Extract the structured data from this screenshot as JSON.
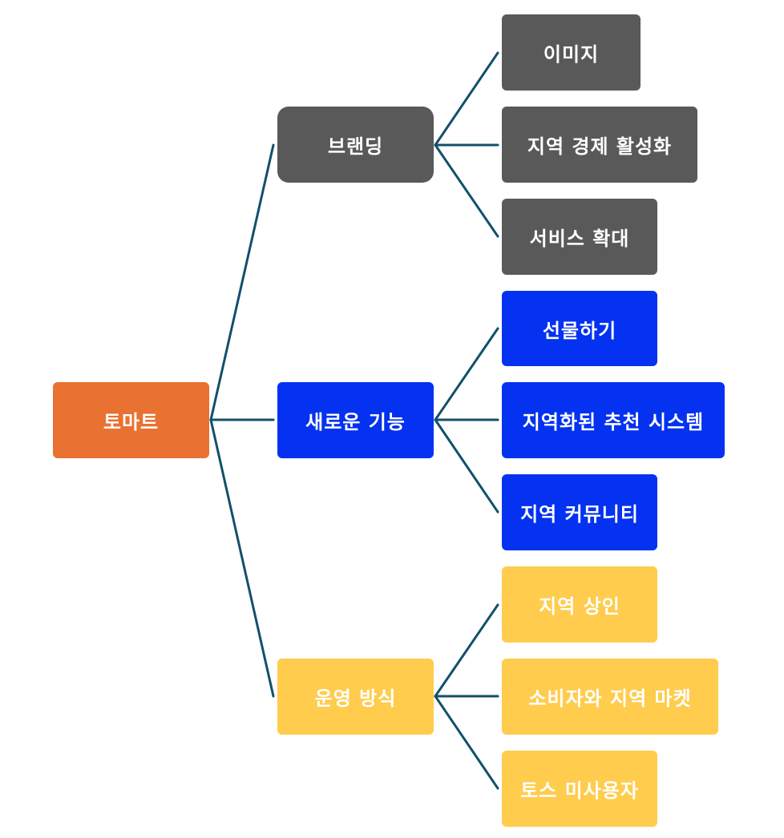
{
  "colors": {
    "root": "#E97132",
    "branding": "#595959",
    "new_features": "#0432F0",
    "operation": "#FFCC4D",
    "connector": "#12506B",
    "background": "#FFFFFF"
  },
  "root": {
    "label": "토마트"
  },
  "branches": [
    {
      "label": "브랜딩",
      "children": [
        "이미지",
        "지역 경제 활성화",
        "서비스 확대"
      ]
    },
    {
      "label": "새로운 기능",
      "children": [
        "선물하기",
        "지역화된 추천 시스템",
        "지역 커뮤니티"
      ]
    },
    {
      "label": "운영 방식",
      "children": [
        "지역 상인",
        "소비자와 지역 마켓",
        "토스 미사용자"
      ]
    }
  ]
}
